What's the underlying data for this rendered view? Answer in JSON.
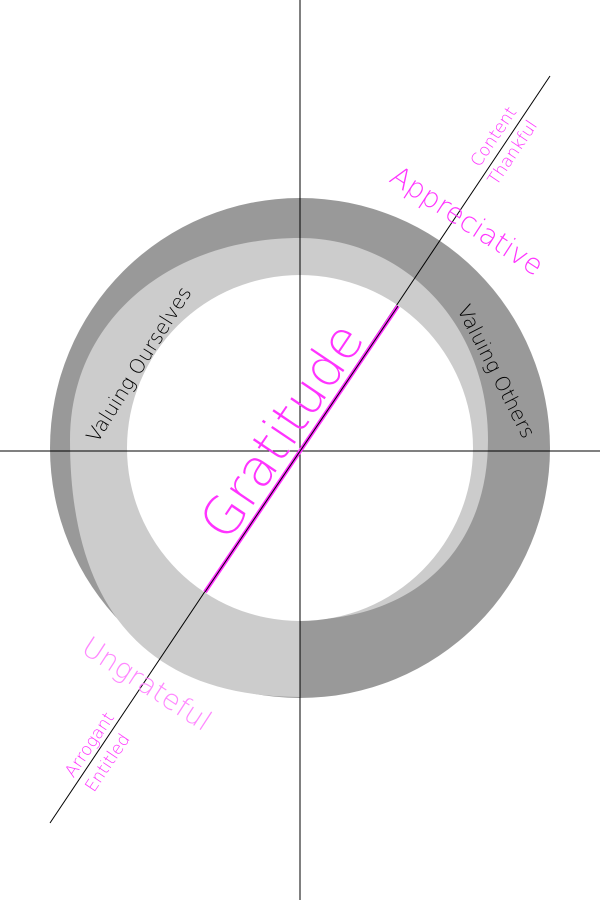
{
  "center_label": "Gratitude",
  "ring": {
    "left_label": "Valuing Ourselves",
    "right_label": "Valuing Others"
  },
  "positive": {
    "main": "Appreciative",
    "sub1": "Content",
    "sub2": "Thankful"
  },
  "negative": {
    "main": "Ungrateful",
    "sub1": "Arrogant",
    "sub2": "Entitled"
  },
  "colors": {
    "accent": "#ff33ff",
    "accent_light": "#ff88ff",
    "ring_dark": "#999999",
    "ring_light": "#cccccc",
    "axis": "#000000"
  }
}
